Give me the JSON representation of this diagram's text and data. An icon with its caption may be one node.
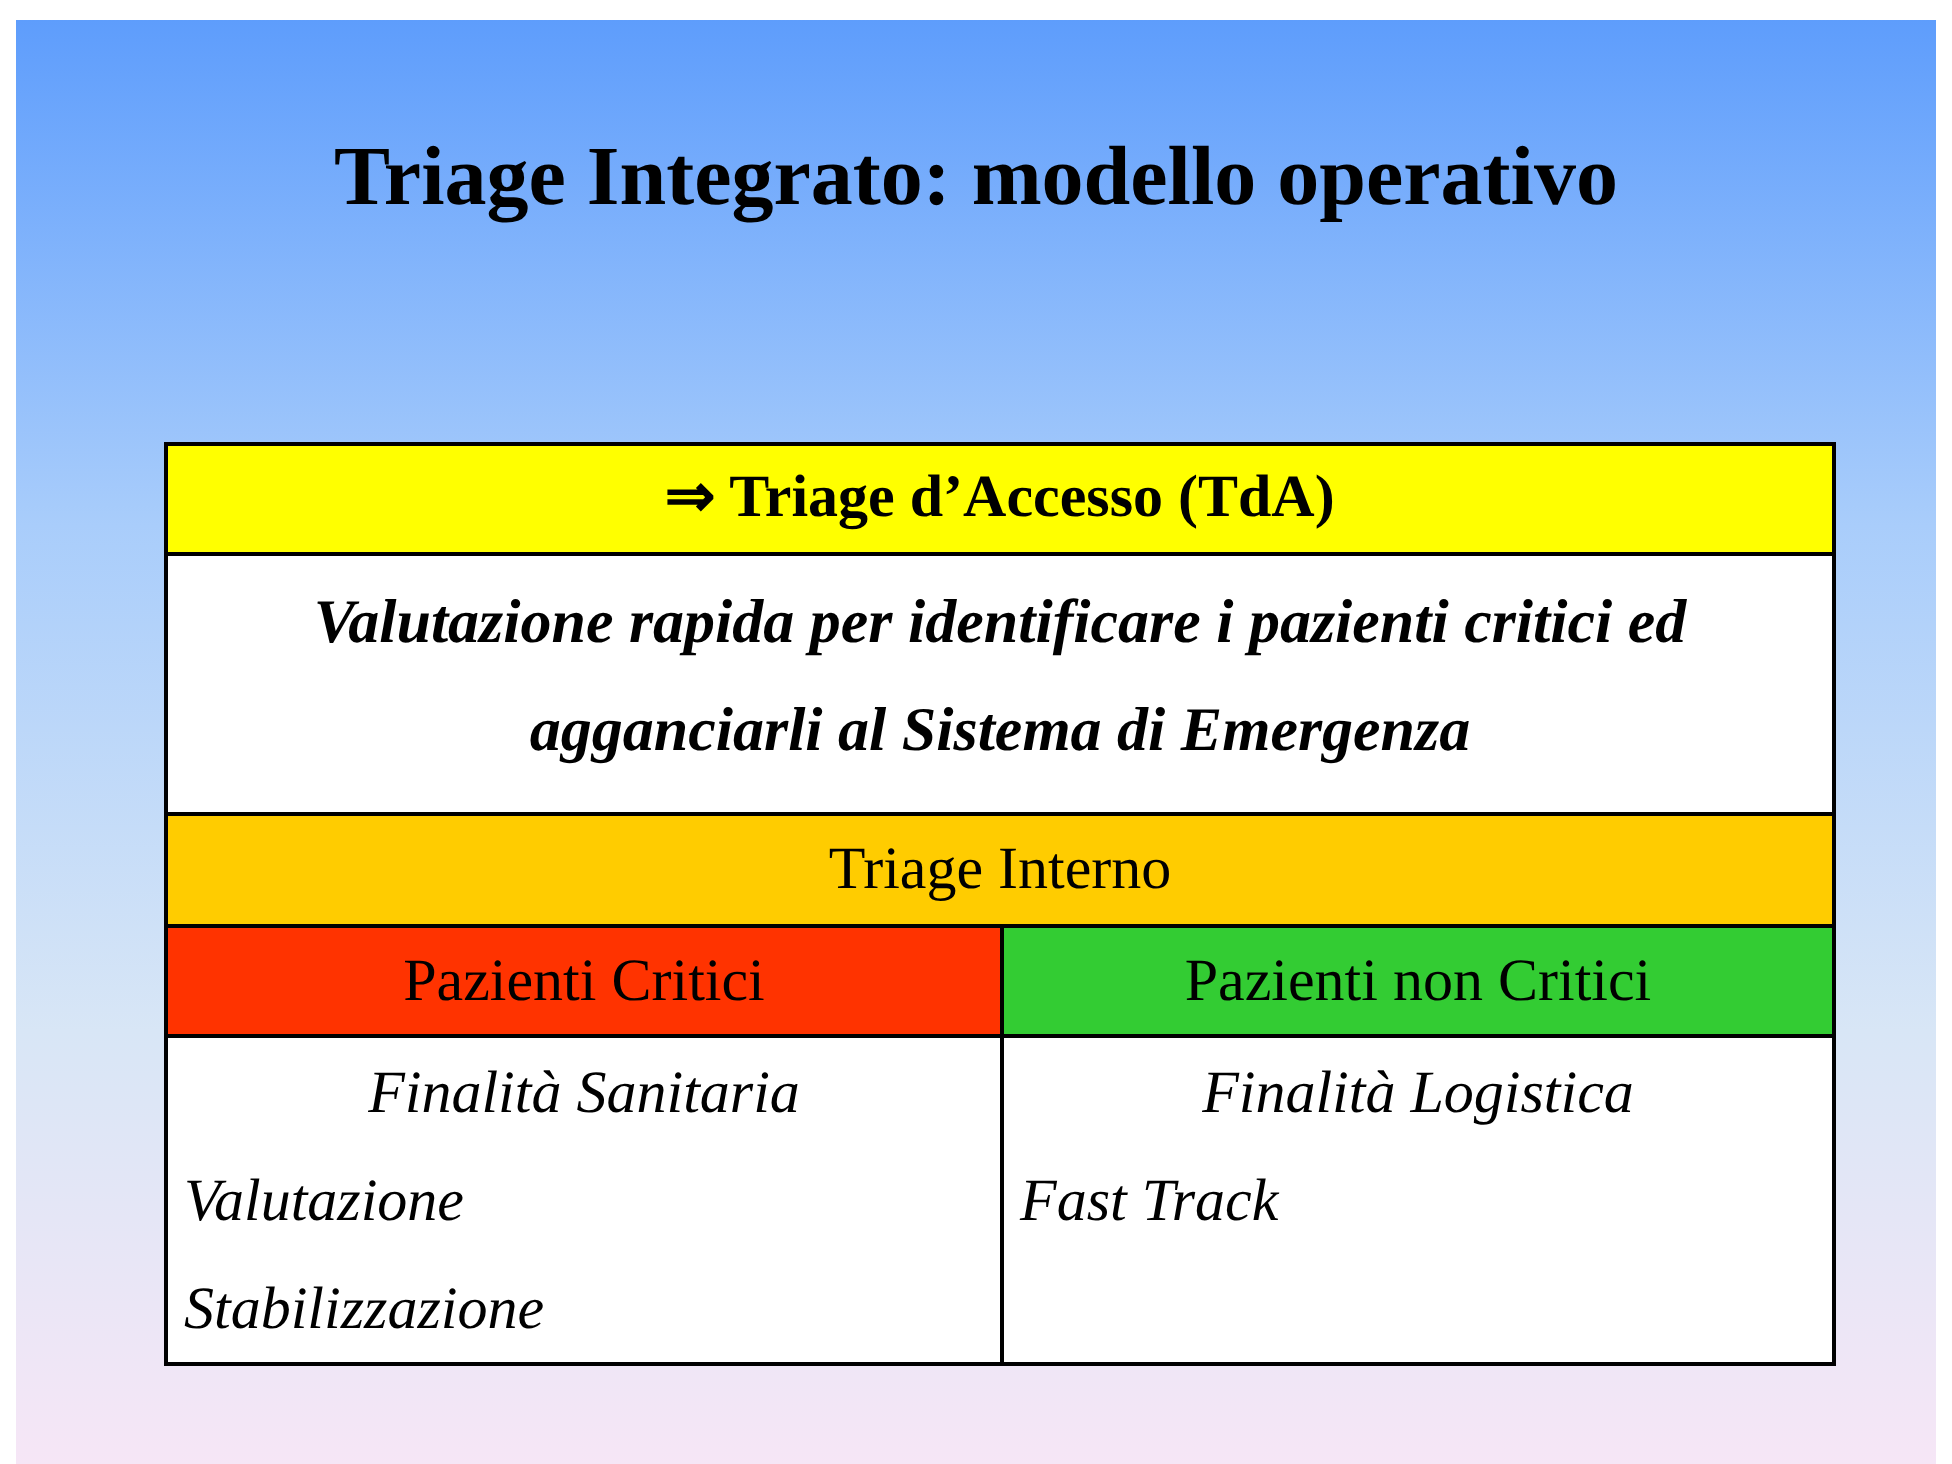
{
  "diagram": {
    "title": "Triage Integrato: modello operativo",
    "labels": [
      "⇒ Triage d’Accesso (TdA)",
      "Valutazione rapida per identificare i pazienti critici ed agganciarli al Sistema di Emergenza",
      "Triage Interno",
      "Pazienti Critici",
      "Pazienti non Critici",
      "Finalità Sanitaria",
      "Valutazione",
      "Stabilizzazione",
      "Finalità Logistica",
      "Fast Track"
    ]
  }
}
